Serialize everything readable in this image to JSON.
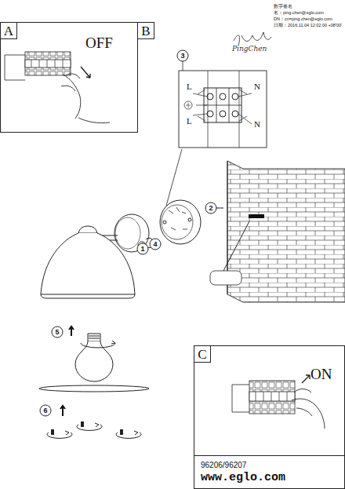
{
  "diagram": {
    "nodes": [
      {
        "text": [
          "A",
          "OFF"
        ]
      },
      {
        "text": [
          "C",
          "ON"
        ]
      },
      {
        "text": [
          "96206/96207",
          "www.eglo.com"
        ]
      }
    ],
    "labels": [
      "B",
      "3",
      "L",
      "N",
      "L",
      "N",
      "2",
      "1",
      "4",
      "5",
      "6",
      "PingChen",
      "数字签名",
      "名：ping.chen@eglo.com",
      "DN：cn=ping.chen@eglo.com",
      "日期：2016.11.04 12:02:00 +08'00'"
    ]
  }
}
